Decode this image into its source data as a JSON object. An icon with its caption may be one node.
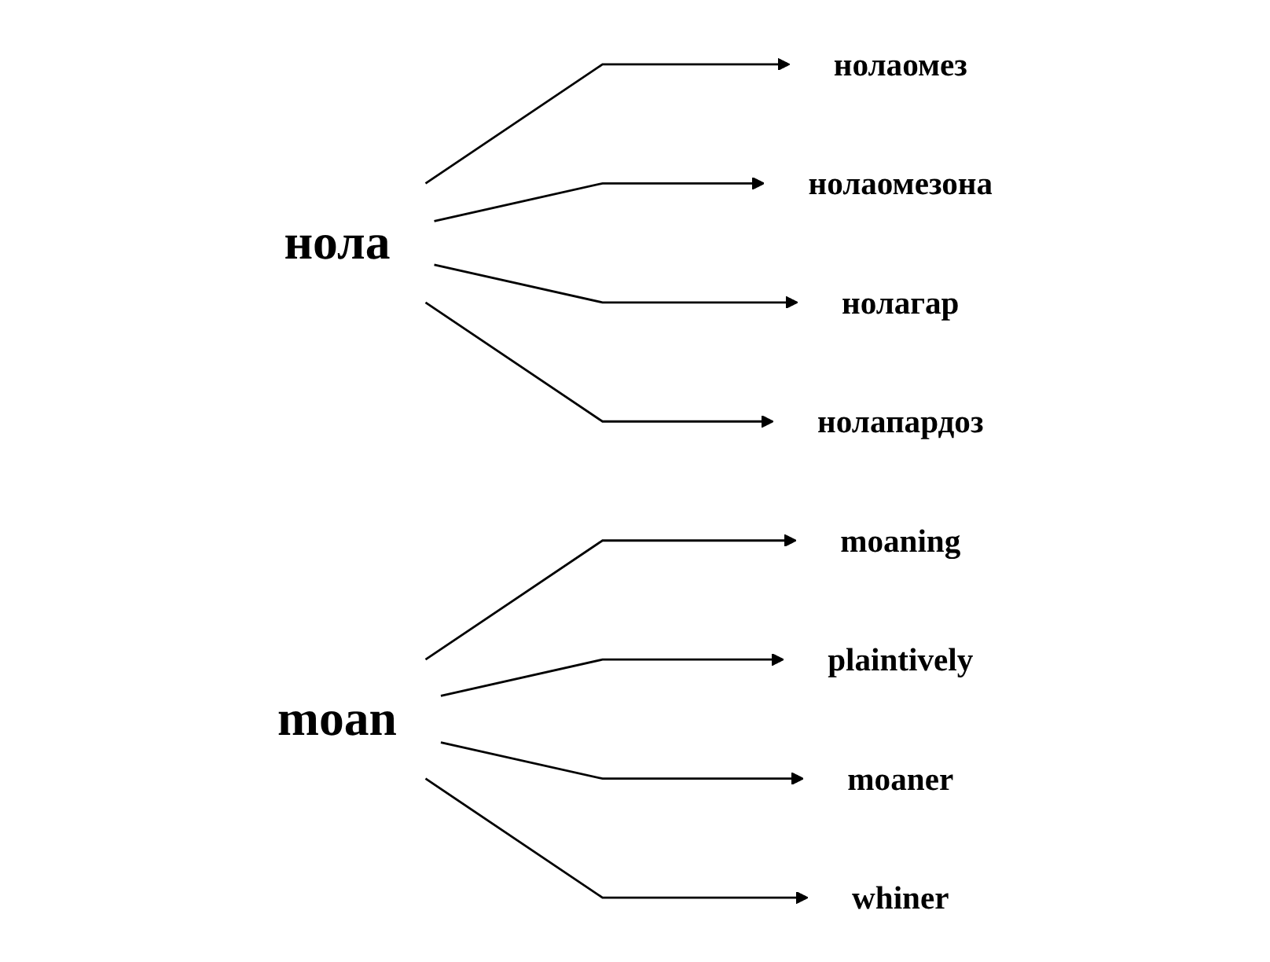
{
  "diagram": {
    "nodes": [
      {
        "text": [
          "нола"
        ]
      },
      {
        "text": [
          "нолаомез"
        ]
      },
      {
        "text": [
          "нолаомезона"
        ]
      },
      {
        "text": [
          "нолагар"
        ]
      },
      {
        "text": [
          "нолапардоз"
        ]
      },
      {
        "text": [
          "moan"
        ]
      },
      {
        "text": [
          "moaning"
        ]
      },
      {
        "text": [
          "plaintively"
        ]
      },
      {
        "text": [
          "moaner"
        ]
      },
      {
        "text": [
          "whiner"
        ]
      }
    ],
    "edges": [
      {
        "from": 0,
        "to": 1,
        "arrow": "to"
      },
      {
        "from": 0,
        "to": 2,
        "arrow": "to"
      },
      {
        "from": 0,
        "to": 3,
        "arrow": "to"
      },
      {
        "from": 0,
        "to": 4,
        "arrow": "to"
      },
      {
        "from": 5,
        "to": 6,
        "arrow": "to"
      },
      {
        "from": 5,
        "to": 7,
        "arrow": "to"
      },
      {
        "from": 5,
        "to": 8,
        "arrow": "to"
      },
      {
        "from": 5,
        "to": 9,
        "arrow": "to"
      }
    ]
  }
}
